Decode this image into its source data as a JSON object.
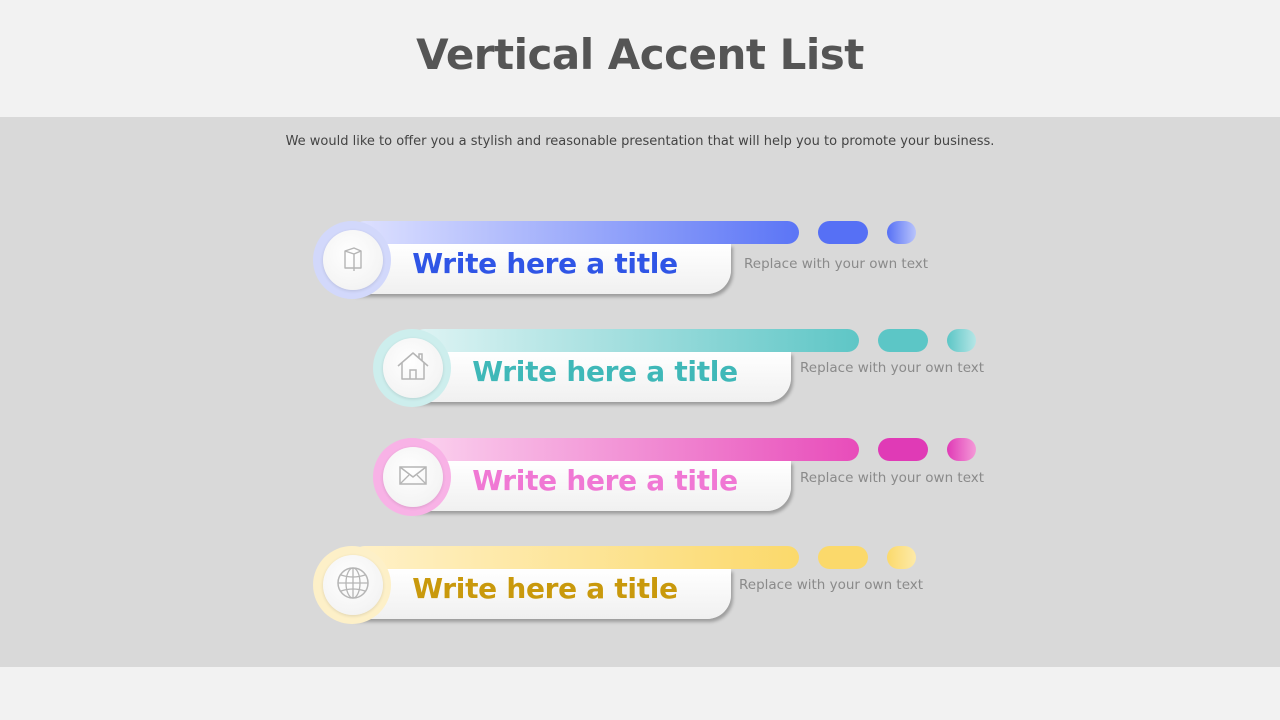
{
  "slide": {
    "title": "Vertical Accent List",
    "subtitle": "We would like to offer you a stylish and reasonable presentation that will help you to promote your business."
  },
  "items": [
    {
      "title": "Write here a title",
      "description": "Replace with your own text",
      "icon": "folder-icon",
      "colors": {
        "bar_start": "#dfe2ff",
        "bar_end": "#5b75f6",
        "pill": "#5670f5",
        "dot_start": "#5670f5",
        "dot_end": "#b9c4fb",
        "ring": "#d2d8fb",
        "title": "#2f55e6"
      }
    },
    {
      "title": "Write here a title",
      "description": "Replace with your own text",
      "icon": "home-icon",
      "colors": {
        "bar_start": "#dff4f4",
        "bar_end": "#5ec6c6",
        "pill": "#5cc6c6",
        "dot_start": "#5cc6c6",
        "dot_end": "#b6e6e6",
        "ring": "#cdeeed",
        "title": "#3fb8b8"
      }
    },
    {
      "title": "Write here a title",
      "description": "Replace with your own text",
      "icon": "envelope-icon",
      "colors": {
        "bar_start": "#fbd3ef",
        "bar_end": "#e84cba",
        "pill": "#e03ab6",
        "dot_start": "#e03ab6",
        "dot_end": "#f49ad8",
        "ring": "#f8b2e6",
        "title": "#f078d4"
      }
    },
    {
      "title": "Write here a title",
      "description": "Replace with your own text",
      "icon": "globe-icon",
      "colors": {
        "bar_start": "#fff1c8",
        "bar_end": "#fbd96b",
        "pill": "#fbd96b",
        "dot_start": "#fbd96b",
        "dot_end": "#fdeaa9",
        "ring": "#fdf0c8",
        "title": "#c9990c"
      }
    }
  ]
}
